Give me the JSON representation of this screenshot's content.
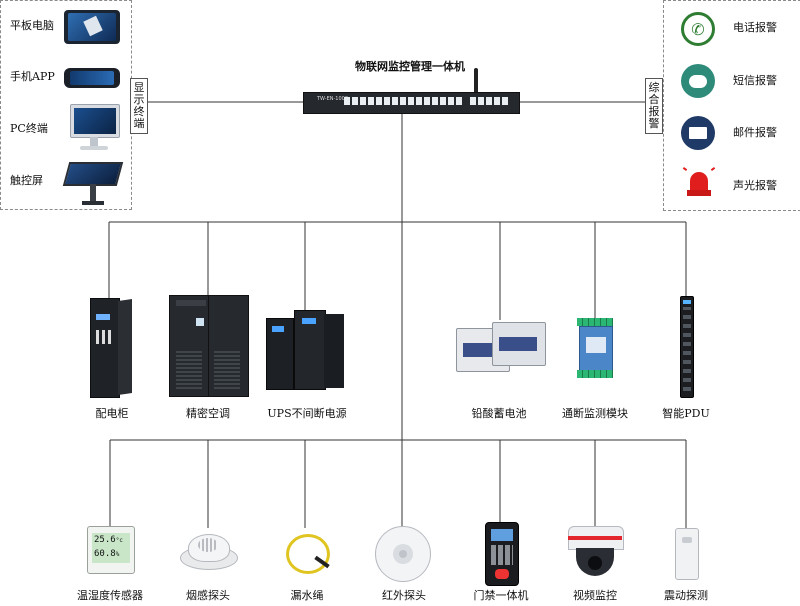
{
  "hub": {
    "title": "物联网监控管理一体机",
    "model": "TW-EN-1000"
  },
  "display_terminals": {
    "label": "显示终端",
    "items": [
      {
        "name": "平板电脑"
      },
      {
        "name": "手机APP"
      },
      {
        "name": "PC终端"
      },
      {
        "name": "触控屏"
      }
    ]
  },
  "alarms": {
    "label": "综合报警",
    "items": [
      {
        "name": "电话报警",
        "icon": "phone-icon",
        "color": "#2e7d32"
      },
      {
        "name": "短信报警",
        "icon": "sms-icon",
        "color": "#2e8b7a"
      },
      {
        "name": "邮件报警",
        "icon": "mail-icon",
        "color": "#1f3a66"
      },
      {
        "name": "声光报警",
        "icon": "siren-icon",
        "color": "#e01e1e"
      }
    ]
  },
  "middle_devices": [
    {
      "name": "配电柜",
      "icon": "power-cabinet-icon"
    },
    {
      "name": "精密空调",
      "icon": "precision-ac-icon"
    },
    {
      "name": "UPS不间断电源",
      "icon": "ups-icon"
    },
    {
      "name": "铅酸蓄电池",
      "icon": "battery-icon"
    },
    {
      "name": "通断监测模块",
      "icon": "io-module-icon"
    },
    {
      "name": "智能PDU",
      "icon": "pdu-icon"
    }
  ],
  "bottom_devices": [
    {
      "name": "温湿度传感器",
      "icon": "temp-humidity-sensor-icon",
      "temp": "25.6",
      "temp_unit": "°c",
      "humidity": "60.8",
      "humidity_unit": "%"
    },
    {
      "name": "烟感探头",
      "icon": "smoke-detector-icon"
    },
    {
      "name": "漏水绳",
      "icon": "water-leak-rope-icon"
    },
    {
      "name": "红外探头",
      "icon": "infrared-detector-icon"
    },
    {
      "name": "门禁一体机",
      "icon": "access-control-icon"
    },
    {
      "name": "视频监控",
      "icon": "camera-icon"
    },
    {
      "name": "震动探测",
      "icon": "vibration-detector-icon"
    }
  ]
}
